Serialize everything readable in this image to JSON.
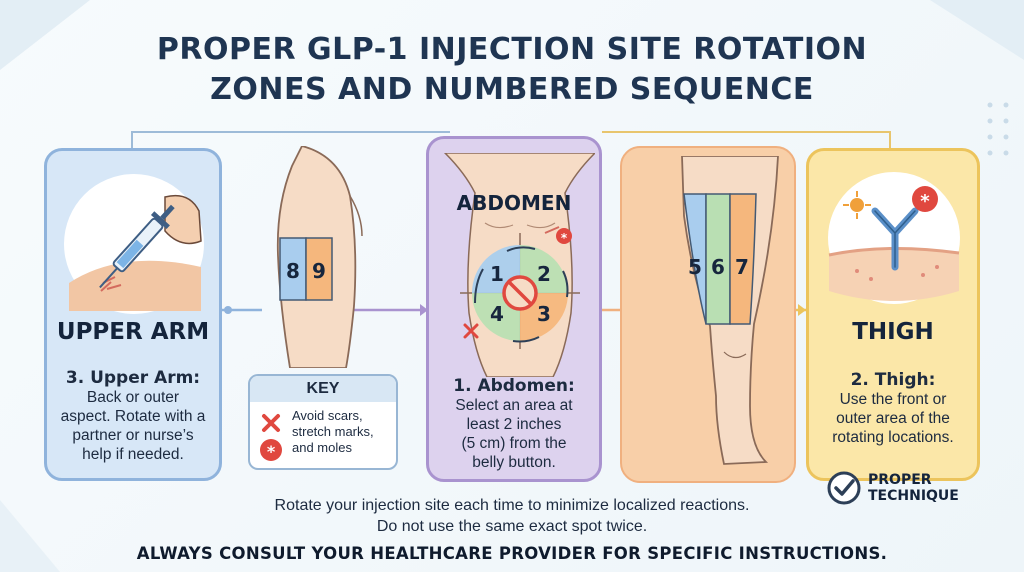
{
  "title_line1": "PROPER GLP-1 INJECTION SITE ROTATION",
  "title_line2": "ZONES AND NUMBERED SEQUENCE",
  "upper_arm": {
    "heading": "UPPER ARM",
    "step": "3. Upper Arm:",
    "desc_lines": [
      "Back or outer",
      "aspect. Rotate with a",
      "partner or nurse’s",
      "help if needed."
    ]
  },
  "arm_zones": [
    "8",
    "9"
  ],
  "key": {
    "heading": "KEY",
    "text_lines": [
      "Avoid scars,",
      "stretch marks,",
      "and moles"
    ]
  },
  "abdomen": {
    "heading": "ABDOMEN",
    "zones": [
      "1",
      "2",
      "3",
      "4"
    ],
    "step": "1. Abdomen:",
    "desc_lines": [
      "Select an area at",
      "least 2 inches",
      "(5 cm) from the",
      "belly button."
    ]
  },
  "leg_zones": [
    "5",
    "6",
    "7"
  ],
  "thigh": {
    "heading": "THIGH",
    "step": "2. Thigh:",
    "desc_lines": [
      "Use the front or",
      "outer area of the",
      "rotating locations."
    ]
  },
  "badge": {
    "line1": "PROPER",
    "line2": "TECHNIQUE"
  },
  "footer": {
    "line1": "Rotate your injection site each time to minimize localized reactions.",
    "line2": "Do not use the same exact spot twice.",
    "warning": "ALWAYS CONSULT YOUR HEALTHCARE PROVIDER FOR SPECIFIC INSTRUCTIONS."
  },
  "colors": {
    "blue_zone": "#a9cdee",
    "green_zone": "#b9dfb3",
    "orange_zone": "#f5b77d",
    "avoid": "#e0483f"
  }
}
